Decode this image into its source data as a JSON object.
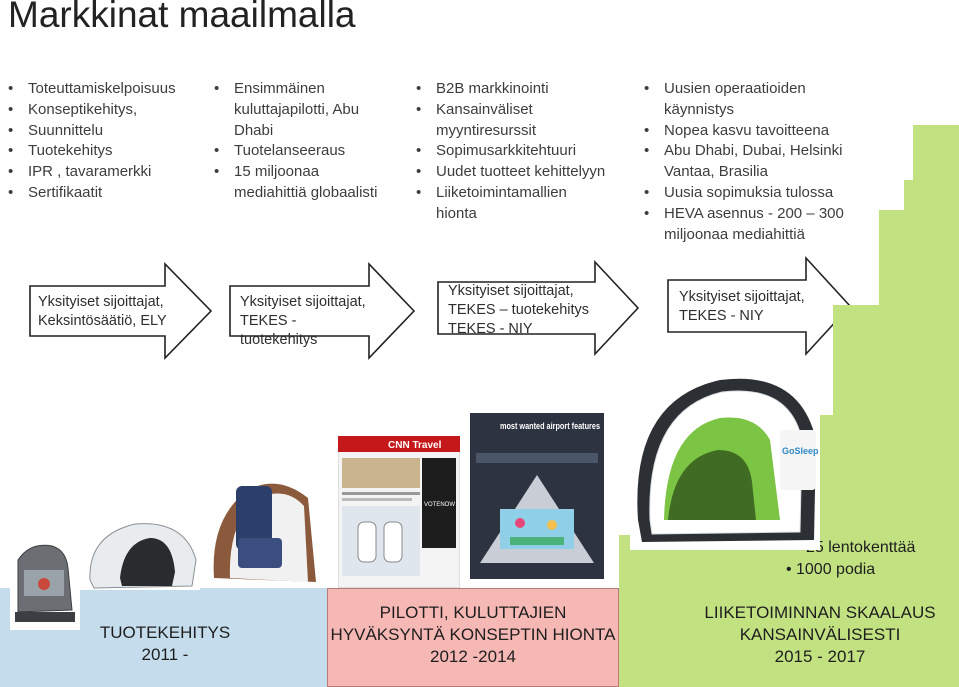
{
  "title": "Markkinat maailmalla",
  "columns": [
    {
      "items": [
        "Toteuttamiskelpoisuus",
        "Konseptikehitys,",
        "Suunnittelu",
        "Tuotekehitys",
        "IPR , tavaramerkki",
        "Sertifikaatit"
      ]
    },
    {
      "items": [
        "Ensimmäinen kuluttajapilotti, Abu Dhabi",
        "Tuotelanseeraus",
        "15 miljoonaa mediahittiä globaalisti"
      ]
    },
    {
      "items": [
        "B2B markkinointi",
        "Kansainväliset myyntiresurssit",
        "Sopimusarkkitehtuuri",
        "Uudet tuotteet kehittelyyn",
        "Liiketoimintamallien hionta"
      ]
    },
    {
      "items": [
        "Uusien operaatioiden käynnistys",
        "Nopea kasvu tavoitteena",
        "Abu Dhabi, Dubai, Helsinki Vantaa, Brasilia",
        "Uusia sopimuksia tulossa",
        "HEVA asennus - 200 – 300 miljoonaa mediahittiä"
      ]
    }
  ],
  "arrows": [
    {
      "lines": [
        "Yksityiset sijoittajat,",
        "Keksintösäätiö, ELY"
      ]
    },
    {
      "lines": [
        "Yksityiset sijoittajat,",
        "TEKES - tuotekehitys"
      ]
    },
    {
      "lines": [
        "Yksityiset sijoittajat,",
        "TEKES – tuotekehitys",
        "TEKES - NIY"
      ]
    },
    {
      "lines": [
        "Yksityiset sijoittajat,",
        "TEKES - NIY"
      ]
    }
  ],
  "stairs": [
    {
      "lines": [
        "TUOTEKEHITYS",
        "2011 -"
      ],
      "color": "#c5dced"
    },
    {
      "lines": [
        "PILOTTI, KULUTTAJIEN",
        "HYVÄKSYNTÄ KONSEPTIN HIONTA",
        "2012 -2014"
      ],
      "color": "#f6b8b4"
    },
    {
      "lines": [
        "LIIKETOIMINNAN SKAALAUS",
        "KANSAINVÄLISESTI",
        "2015 -  2017"
      ],
      "color": "#c2e282"
    }
  ],
  "stair_bullets": [
    "25 lentokenttää",
    "1000 podia"
  ],
  "photos": {
    "cnn_logo": "CNN Travel",
    "cnn_side": "VOTENOW",
    "magazine_headline": "most wanted airport features",
    "pod_brand": "GoSleep"
  },
  "colors": {
    "outline": "#222222",
    "green": "#c2e282",
    "pink": "#f6b8b4",
    "blue": "#c5dced",
    "pod_green": "#7cc443"
  }
}
